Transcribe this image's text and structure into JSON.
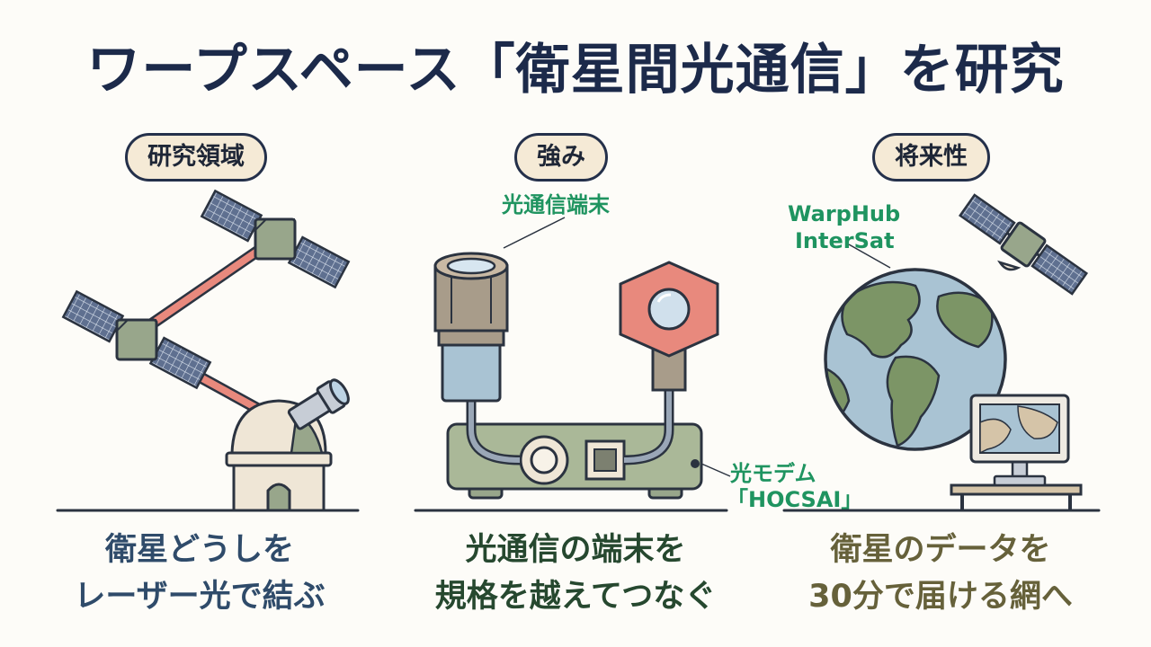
{
  "title": "ワープスペース「衛星間光通信」を研究",
  "columns": [
    {
      "heading": "研究領域",
      "caption_lines": [
        "衛星どうしを",
        "レーザー光で結ぶ"
      ]
    },
    {
      "heading": "強み",
      "caption_lines": [
        "光通信の端末を",
        "規格を越えてつなぐ"
      ],
      "callouts": [
        "光通信端末",
        "光モデム",
        "「HOCSAI」"
      ]
    },
    {
      "heading": "将来性",
      "caption_lines": [
        "衛星のデータを",
        "30分で届ける網へ"
      ],
      "callouts": [
        "WarpHub",
        "InterSat"
      ]
    }
  ],
  "colors": {
    "title": "#1c2a4a",
    "outline": "#2b3340",
    "laser": "#e8897d",
    "panel": "#5f7090",
    "module": "#98a68b",
    "label_green": "#1f9460",
    "ocean": "#a9c3d3",
    "land": "#7c9566",
    "device": "#aab898"
  },
  "icons": [
    "satellite-icon",
    "observatory-icon",
    "telescope-icon",
    "optical-terminal-icon",
    "optical-modem-icon",
    "earth-globe-icon",
    "monitor-icon"
  ]
}
